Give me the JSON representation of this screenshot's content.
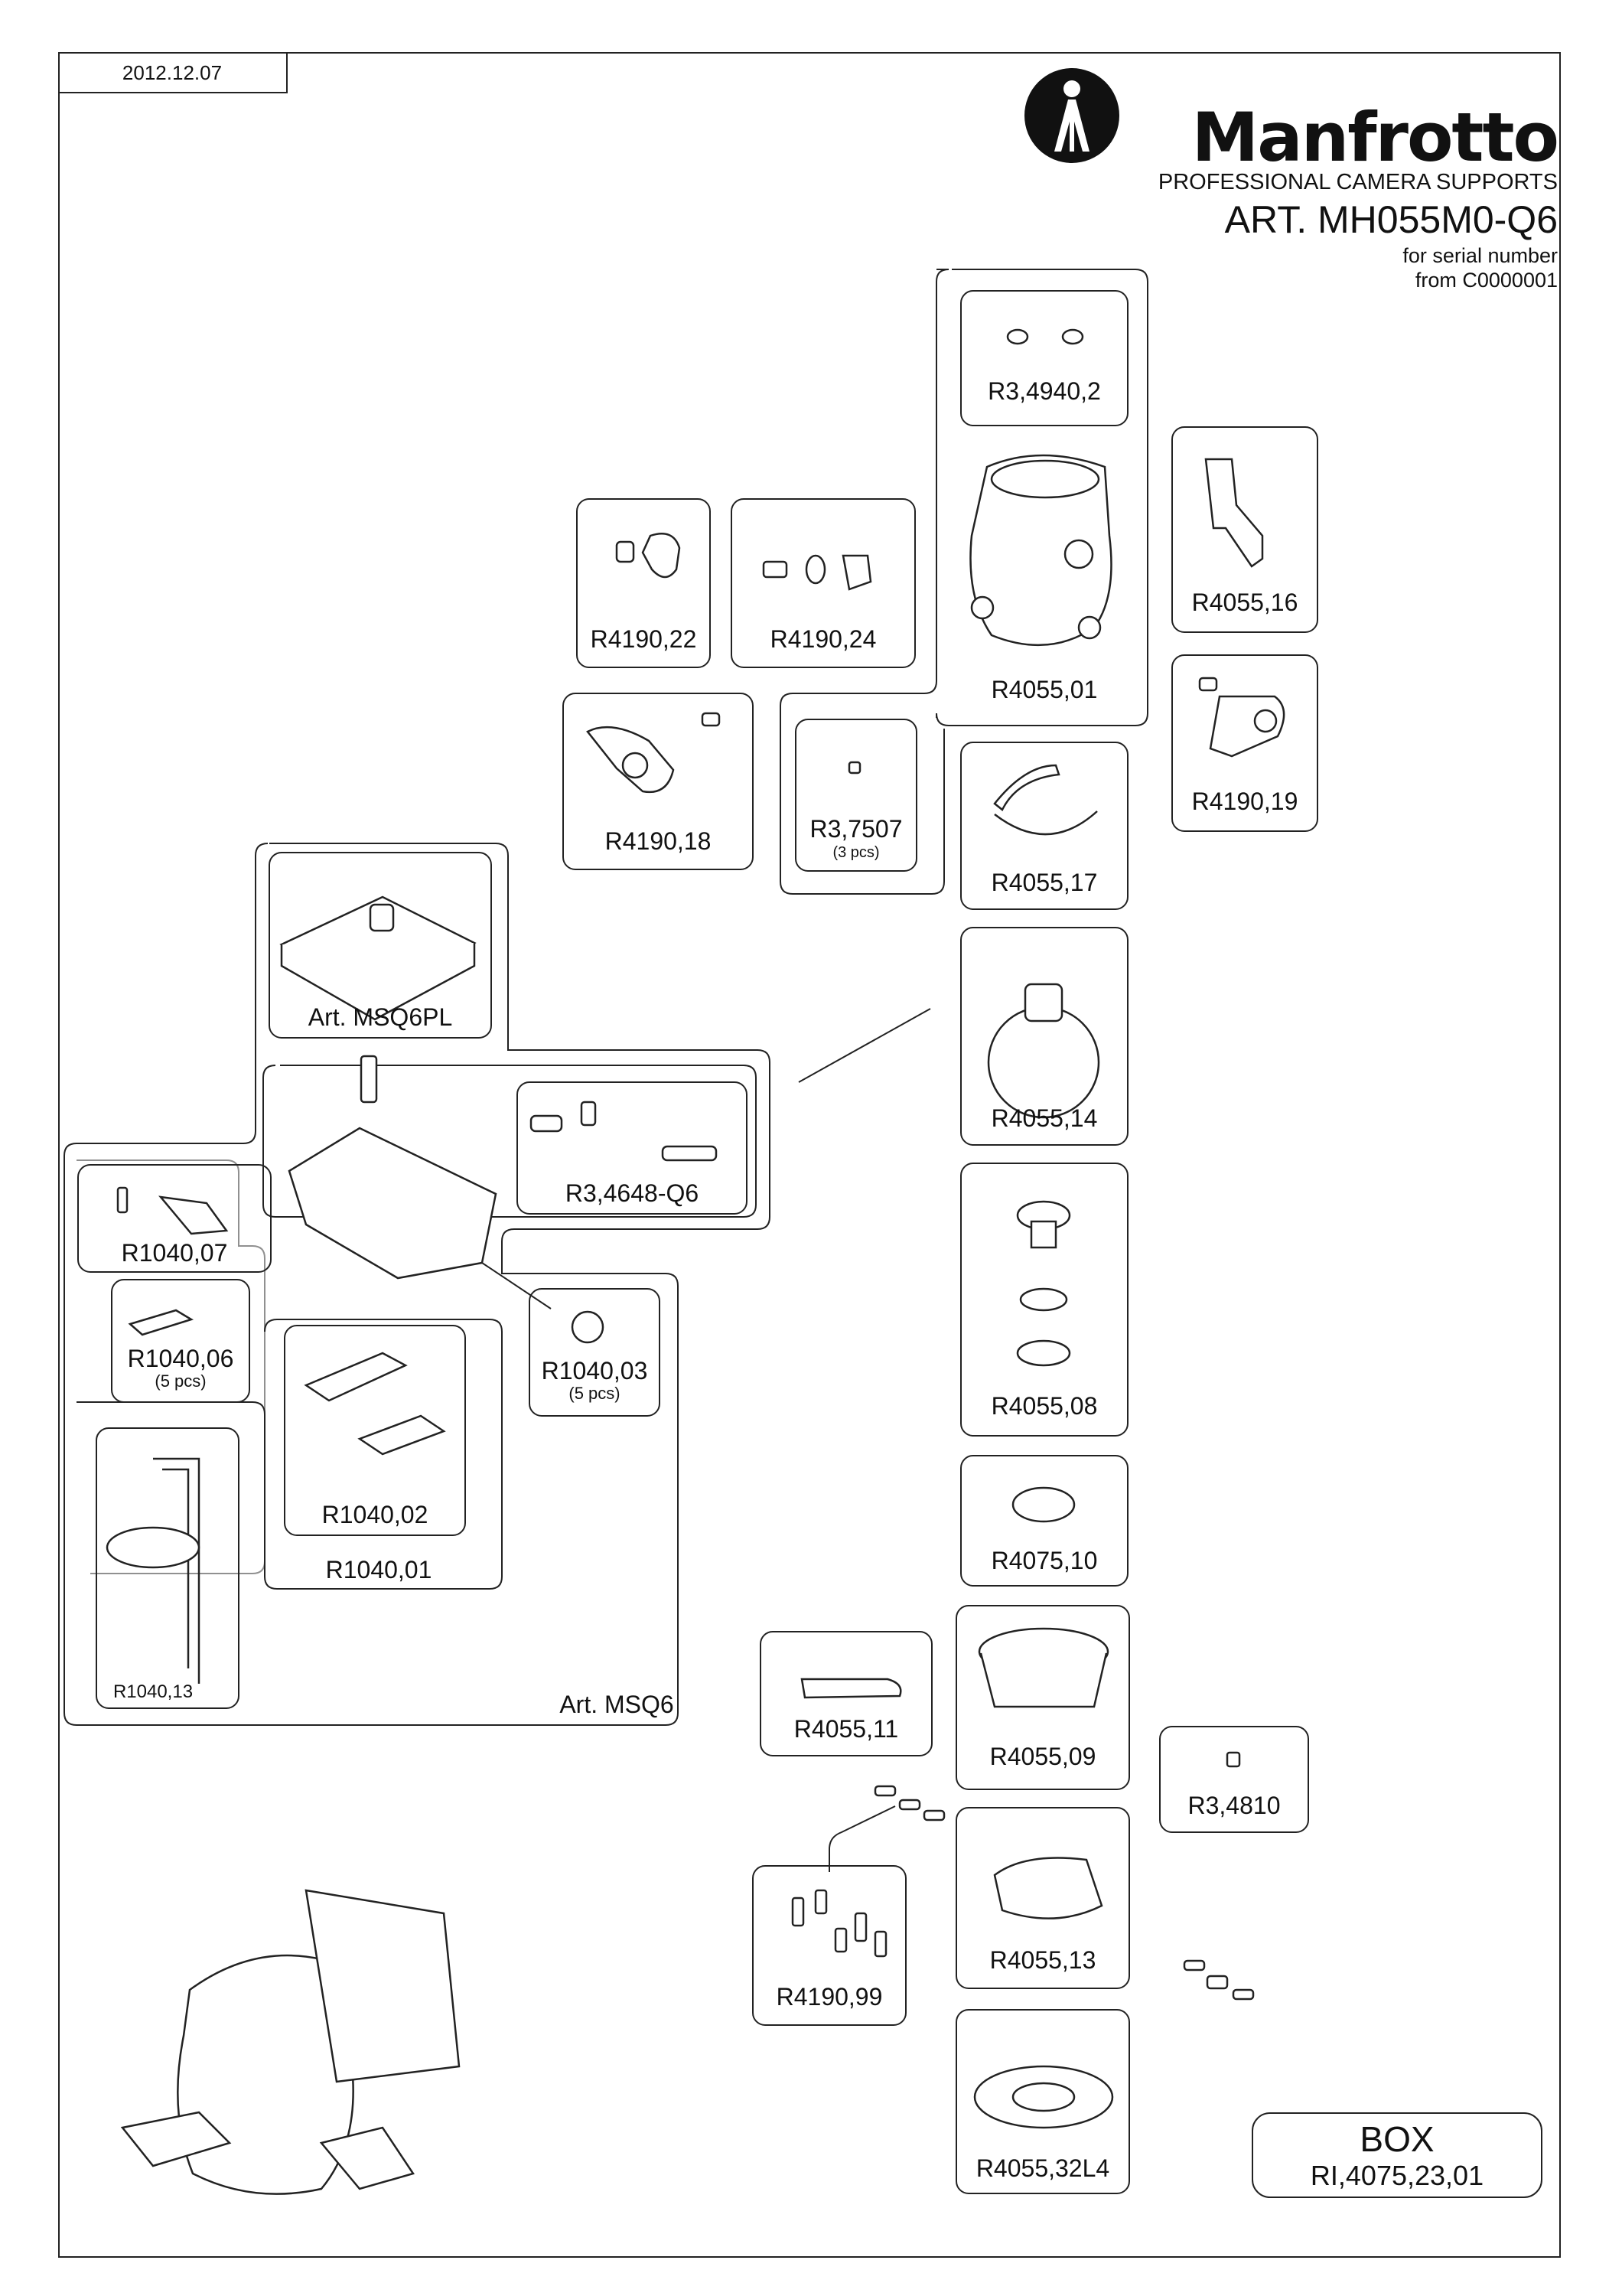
{
  "header": {
    "date": "2012.12.07",
    "brand": "Manfrotto",
    "tagline": "PROFESSIONAL CAMERA SUPPORTS",
    "article": "ART. MH055M0-Q6",
    "serial_line1": "for serial number",
    "serial_line2": "from C0000001"
  },
  "parts": {
    "r3_4940_2": "R3,4940,2",
    "r4055_16": "R4055,16",
    "r4190_22": "R4190,22",
    "r4190_24": "R4190,24",
    "r4055_01": "R4055,01",
    "r4190_19": "R4190,19",
    "r4190_18": "R4190,18",
    "r3_7507": "R3,7507",
    "r3_7507_qty": "(3 pcs)",
    "r4055_17": "R4055,17",
    "msq6pl": "Art. MSQ6PL",
    "r4055_14": "R4055,14",
    "r3_4648_q6": "R3,4648-Q6",
    "r1040_07": "R1040,07",
    "r1040_06": "R1040,06",
    "r1040_06_qty": "(5 pcs)",
    "r1040_03": "R1040,03",
    "r1040_03_qty": "(5 pcs)",
    "r4055_08": "R4055,08",
    "r1040_02": "R1040,02",
    "r1040_01": "R1040,01",
    "r4075_10": "R4075,10",
    "r1040_13": "R1040,13",
    "msq6": "Art. MSQ6",
    "r4055_11": "R4055,11",
    "r4055_09": "R4055,09",
    "r3_4810": "R3,4810",
    "r4190_99": "R4190,99",
    "r4055_13": "R4055,13",
    "r4055_32l4": "R4055,32L4"
  },
  "box": {
    "title": "BOX",
    "code": "RI,4075,23,01"
  }
}
